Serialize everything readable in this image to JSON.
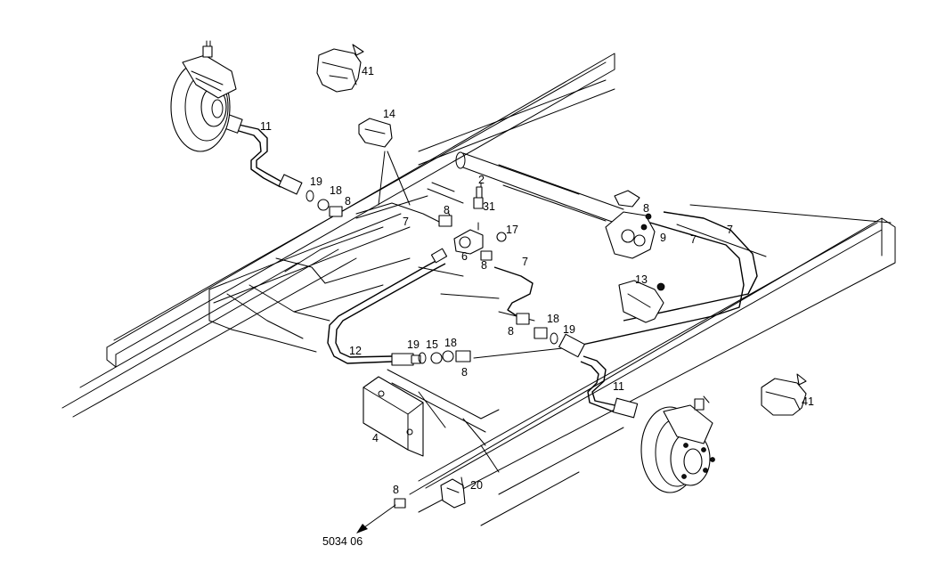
{
  "diagram_code": "5034 06",
  "callouts": {
    "c2": "2",
    "c4": "4",
    "c6": "6",
    "c7a": "7",
    "c7b": "7",
    "c7c": "7",
    "c7d": "7",
    "c8a": "8",
    "c8b": "8",
    "c8c": "8",
    "c8d": "8",
    "c8e": "8",
    "c8f": "8",
    "c9": "9",
    "c11a": "11",
    "c11b": "11",
    "c12": "12",
    "c13": "13",
    "c14": "14",
    "c15": "15",
    "c17": "17",
    "c18a": "18",
    "c18b": "18",
    "c18c": "18",
    "c19a": "19",
    "c19b": "19",
    "c19c": "19",
    "c20": "20",
    "c31": "31",
    "c41a": "41",
    "c41b": "41"
  }
}
